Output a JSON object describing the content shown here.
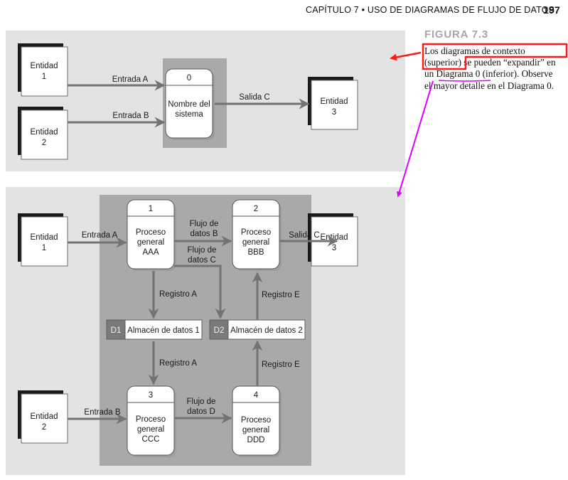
{
  "header": {
    "chapter": "CAPÍTULO 7 • USO DE DIAGRAMAS DE FLUJO DE DATOS",
    "page_number": "197"
  },
  "caption": {
    "title": "FIGURA 7.3",
    "lines": [
      "Los diagramas de contexto",
      "(superior) se pueden “expandir” en",
      "un Diagrama 0 (inferior). Observe",
      "el mayor detalle en el Diagrama 0."
    ]
  },
  "annotations": {
    "red_color": "#ff1a1a",
    "magenta_color": "#dd00ff"
  },
  "colors": {
    "panel_bg": "#e3e3e3",
    "system_bg": "#a9a9a9",
    "arrow": "#737373",
    "store_id_bg": "#7a7a7a"
  },
  "context_diagram": {
    "entities": [
      {
        "line1": "Entidad",
        "line2": "1"
      },
      {
        "line1": "Entidad",
        "line2": "2"
      },
      {
        "line1": "Entidad",
        "line2": "3"
      }
    ],
    "process": {
      "id": "0",
      "line1": "Nombre del",
      "line2": "sistema"
    },
    "flows": {
      "entrada_a": "Entrada A",
      "entrada_b": "Entrada B",
      "salida_c": "Salida C"
    }
  },
  "diagram_0": {
    "entities": [
      {
        "line1": "Entidad",
        "line2": "1"
      },
      {
        "line1": "Entidad",
        "line2": "3"
      },
      {
        "line1": "Entidad",
        "line2": "2"
      }
    ],
    "processes": [
      {
        "id": "1",
        "line1": "Proceso",
        "line2": "general",
        "line3": "AAA"
      },
      {
        "id": "2",
        "line1": "Proceso",
        "line2": "general",
        "line3": "BBB"
      },
      {
        "id": "3",
        "line1": "Proceso",
        "line2": "general",
        "line3": "CCC"
      },
      {
        "id": "4",
        "line1": "Proceso",
        "line2": "general",
        "line3": "DDD"
      }
    ],
    "stores": [
      {
        "id": "D1",
        "name": "Almacén de datos 1"
      },
      {
        "id": "D2",
        "name": "Almacén de datos 2"
      }
    ],
    "flows": {
      "entrada_a": "Entrada A",
      "entrada_b": "Entrada B",
      "salida_c": "Salida C",
      "flujo_b_1": "Flujo de",
      "flujo_b_2": "datos B",
      "flujo_c_1": "Flujo de",
      "flujo_c_2": "datos C",
      "flujo_d_1": "Flujo de",
      "flujo_d_2": "datos D",
      "registro_a": "Registro A",
      "registro_e": "Registro E"
    }
  }
}
